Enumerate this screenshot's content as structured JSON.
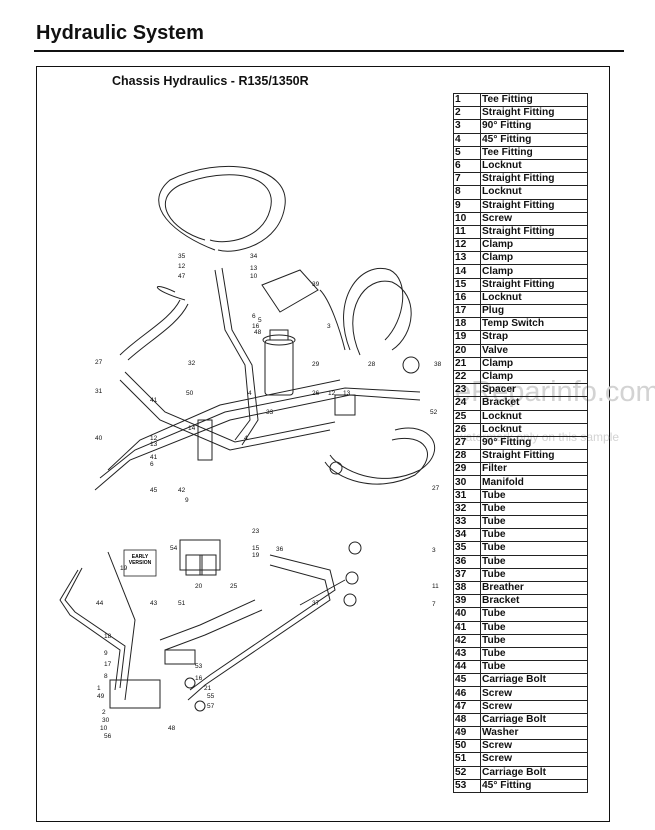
{
  "header": {
    "title": "Hydraulic System"
  },
  "diagram": {
    "title": "Chassis Hydraulics - R135/1350R",
    "early_version_line1": "EARLY",
    "early_version_line2": "VERSION",
    "callouts": [
      "35",
      "34",
      "12",
      "13",
      "47",
      "10",
      "39",
      "6",
      "5",
      "16",
      "48",
      "3",
      "27",
      "32",
      "29",
      "31",
      "38",
      "28",
      "50",
      "4",
      "26",
      "12",
      "13",
      "41",
      "52",
      "40",
      "14",
      "33",
      "12",
      "13",
      "4",
      "41",
      "6",
      "45",
      "27",
      "42",
      "9",
      "54",
      "23",
      "15",
      "19",
      "19",
      "36",
      "3",
      "20",
      "25",
      "44",
      "43",
      "11",
      "51",
      "37",
      "7",
      "18",
      "9",
      "17",
      "53",
      "8",
      "16",
      "1",
      "21",
      "55",
      "49",
      "57",
      "2",
      "30",
      "10",
      "48",
      "56"
    ]
  },
  "parts": [
    {
      "no": "1",
      "desc": "Tee Fitting"
    },
    {
      "no": "2",
      "desc": "Straight Fitting"
    },
    {
      "no": "3",
      "desc": "90° Fitting"
    },
    {
      "no": "4",
      "desc": "45° Fitting"
    },
    {
      "no": "5",
      "desc": "Tee Fitting"
    },
    {
      "no": "6",
      "desc": "Locknut"
    },
    {
      "no": "7",
      "desc": "Straight Fitting"
    },
    {
      "no": "8",
      "desc": "Locknut"
    },
    {
      "no": "9",
      "desc": "Straight Fitting"
    },
    {
      "no": "10",
      "desc": "Screw"
    },
    {
      "no": "11",
      "desc": "Straight Fitting"
    },
    {
      "no": "12",
      "desc": "Clamp"
    },
    {
      "no": "13",
      "desc": "Clamp"
    },
    {
      "no": "14",
      "desc": "Clamp"
    },
    {
      "no": "15",
      "desc": "Straight Fitting"
    },
    {
      "no": "16",
      "desc": "Locknut"
    },
    {
      "no": "17",
      "desc": "Plug"
    },
    {
      "no": "18",
      "desc": "Temp Switch"
    },
    {
      "no": "19",
      "desc": "Strap"
    },
    {
      "no": "20",
      "desc": "Valve"
    },
    {
      "no": "21",
      "desc": "Clamp"
    },
    {
      "no": "22",
      "desc": "Clamp"
    },
    {
      "no": "23",
      "desc": "Spacer"
    },
    {
      "no": "24",
      "desc": "Bracket"
    },
    {
      "no": "25",
      "desc": "Locknut"
    },
    {
      "no": "26",
      "desc": "Locknut"
    },
    {
      "no": "27",
      "desc": "90° Fitting"
    },
    {
      "no": "28",
      "desc": "Straight Fitting"
    },
    {
      "no": "29",
      "desc": "Filter"
    },
    {
      "no": "30",
      "desc": "Manifold"
    },
    {
      "no": "31",
      "desc": "Tube"
    },
    {
      "no": "32",
      "desc": "Tube"
    },
    {
      "no": "33",
      "desc": "Tube"
    },
    {
      "no": "34",
      "desc": "Tube"
    },
    {
      "no": "35",
      "desc": "Tube"
    },
    {
      "no": "36",
      "desc": "Tube"
    },
    {
      "no": "37",
      "desc": "Tube"
    },
    {
      "no": "38",
      "desc": "Breather"
    },
    {
      "no": "39",
      "desc": "Bracket"
    },
    {
      "no": "40",
      "desc": "Tube"
    },
    {
      "no": "41",
      "desc": "Tube"
    },
    {
      "no": "42",
      "desc": "Tube"
    },
    {
      "no": "43",
      "desc": "Tube"
    },
    {
      "no": "44",
      "desc": "Tube"
    },
    {
      "no": "45",
      "desc": "Carriage Bolt"
    },
    {
      "no": "46",
      "desc": "Screw"
    },
    {
      "no": "47",
      "desc": "Screw"
    },
    {
      "no": "48",
      "desc": "Carriage Bolt"
    },
    {
      "no": "49",
      "desc": "Washer"
    },
    {
      "no": "50",
      "desc": "Screw"
    },
    {
      "no": "51",
      "desc": "Screw"
    },
    {
      "no": "52",
      "desc": "Carriage Bolt"
    },
    {
      "no": "53",
      "desc": "45° Fitting"
    }
  ],
  "watermark": {
    "main": "eReparinfo.com",
    "sub": "watermark only on this sample"
  }
}
